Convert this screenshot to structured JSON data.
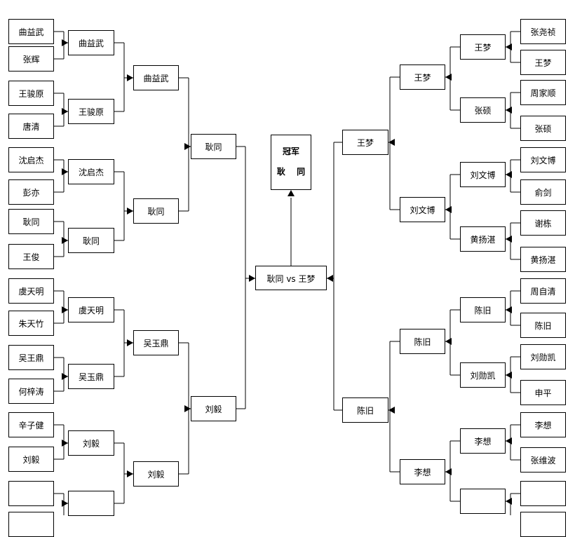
{
  "champion": {
    "title": "冠军",
    "name": "耿 同"
  },
  "final": {
    "label": "耿同 vs 王梦"
  },
  "left": {
    "r1": [
      "曲益武",
      "张辉",
      "王骏原",
      "唐清",
      "沈启杰",
      "彭亦",
      "耿同",
      "王俊",
      "虞天明",
      "朱天竹",
      "吴王鼎",
      "何梓涛",
      "辛子健",
      "刘毅",
      "",
      ""
    ],
    "r2": [
      "曲益武",
      "王骏原",
      "沈启杰",
      "耿同",
      "虞天明",
      "吴玉鼎",
      "刘毅",
      ""
    ],
    "r3": [
      "曲益武",
      "耿同",
      "吴玉鼎",
      "刘毅"
    ],
    "r4": [
      "耿同",
      "刘毅"
    ]
  },
  "right": {
    "r1": [
      "张尧祯",
      "王梦",
      "周家顺",
      "张硕",
      "刘文博",
      "俞剑",
      "谢栋",
      "黄扬湛",
      "周自清",
      "陈旧",
      "刘勋凯",
      "申平",
      "李想",
      "张维波",
      "",
      ""
    ],
    "r2": [
      "王梦",
      "张硕",
      "刘文博",
      "黄扬湛",
      "陈旧",
      "刘勋凯",
      "李想",
      ""
    ],
    "r3": [
      "王梦",
      "刘文博",
      "陈旧",
      "李想"
    ],
    "r4": [
      "王梦",
      "陈旧"
    ]
  }
}
